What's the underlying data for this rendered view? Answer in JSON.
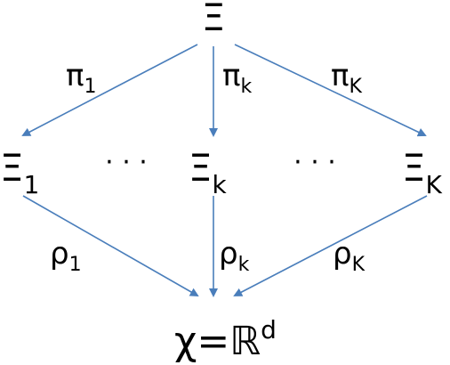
{
  "colors": {
    "arrow": "#4a7ebb",
    "text": "#000000",
    "background": "#ffffff"
  },
  "nodes": {
    "top": {
      "base": "Ξ"
    },
    "left": {
      "base": "Ξ",
      "sub": "1"
    },
    "middle": {
      "base": "Ξ",
      "sub": "k"
    },
    "right": {
      "base": "Ξ",
      "sub": "K"
    },
    "bottom": {
      "lhs": "χ",
      "equals": "=",
      "rhs": "ℝ",
      "sup": "d"
    }
  },
  "ellipses": {
    "left": "· · ·",
    "right": "· · ·"
  },
  "edges": {
    "pi_1": {
      "base": "π",
      "sub": "1"
    },
    "pi_k": {
      "base": "π",
      "sub": "k"
    },
    "pi_K": {
      "base": "π",
      "sub": "K"
    },
    "rho_1": {
      "base": "ρ",
      "sub": "1"
    },
    "rho_k": {
      "base": "ρ",
      "sub": "k"
    },
    "rho_K": {
      "base": "ρ",
      "sub": "K"
    }
  }
}
